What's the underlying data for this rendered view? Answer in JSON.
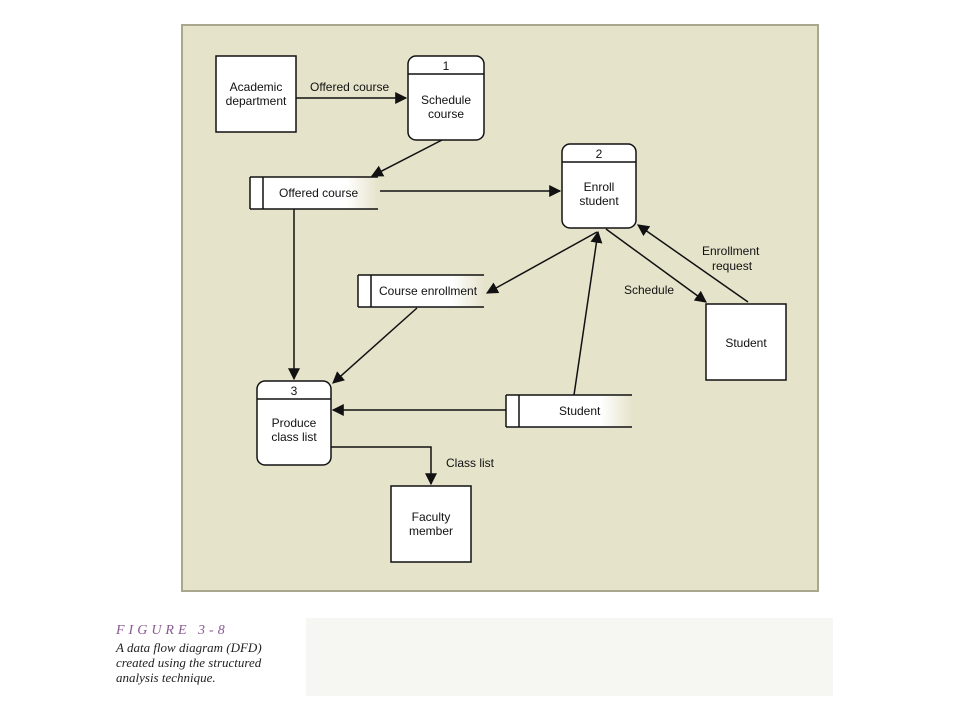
{
  "diagram": {
    "processes": [
      {
        "number": "1",
        "line1": "Schedule",
        "line2": "course"
      },
      {
        "number": "2",
        "line1": "Enroll",
        "line2": "student"
      },
      {
        "number": "3",
        "line1": "Produce",
        "line2": "class list"
      }
    ],
    "externals": [
      {
        "line1": "Academic",
        "line2": "department"
      },
      {
        "line1": "Student",
        "line2": ""
      },
      {
        "line1": "Faculty",
        "line2": "member"
      }
    ],
    "stores": [
      {
        "label": "Offered course"
      },
      {
        "label": "Course enrollment"
      },
      {
        "label": "Student"
      }
    ],
    "flows": {
      "offered_course": "Offered course",
      "schedule": "Schedule",
      "enrollment_request_1": "Enrollment",
      "enrollment_request_2": "request",
      "class_list": "Class list"
    }
  },
  "caption": {
    "figure": "FIGURE 3-8",
    "text": "A data flow diagram (DFD) created using the structured analysis technique."
  },
  "colors": {
    "panel": "#e6e3cb",
    "panel_border": "#a9a88f",
    "figure_label": "#8a5a93"
  }
}
